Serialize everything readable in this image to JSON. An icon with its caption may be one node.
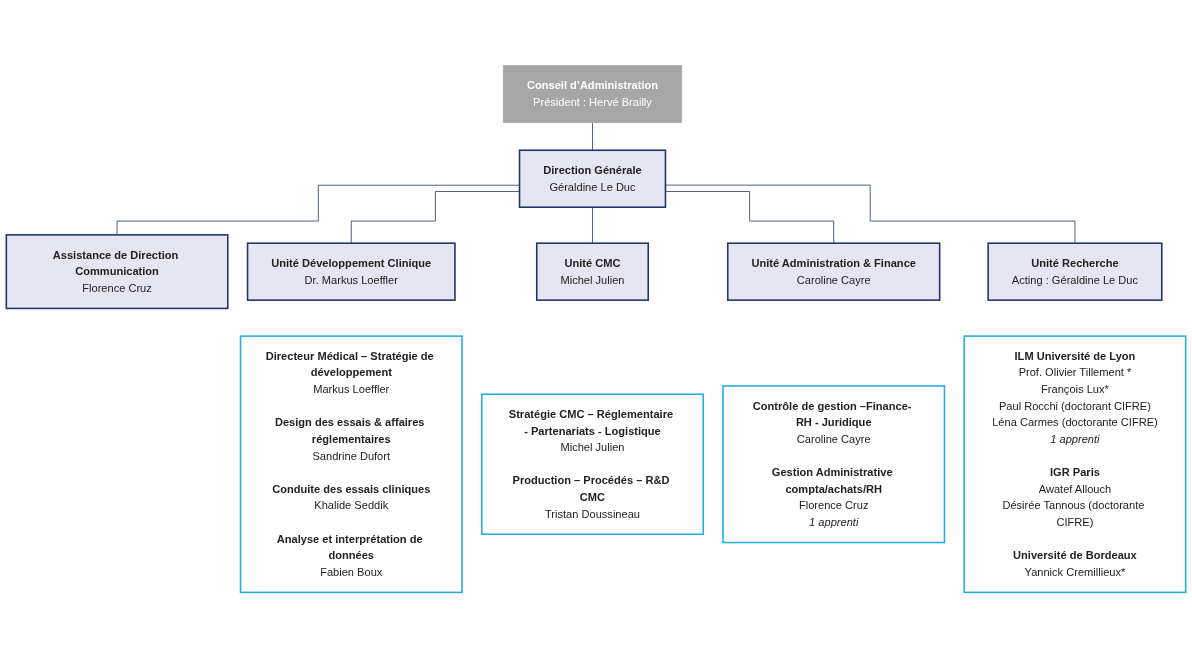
{
  "diagram": {
    "nodes": [
      {
        "text": [
          "Conseil d’Administration",
          "Président : Hervé Brailly"
        ]
      },
      {
        "text": [
          "Direction Générale",
          "Géraldine Le Duc"
        ]
      },
      {
        "text": [
          "Assistance de Direction Communication",
          "Florence Cruz"
        ]
      },
      {
        "text": [
          "Unité Développement Clinique",
          "Dr. Markus Loeffler"
        ]
      },
      {
        "text": [
          "Unité CMC",
          "Michel Julien"
        ]
      },
      {
        "text": [
          "Unité Administration & Finance",
          "Caroline Cayre"
        ]
      },
      {
        "text": [
          "Unité Recherche",
          "Acting : Géraldine Le Duc"
        ]
      },
      {
        "text": [
          "Directeur Médical – Stratégie de développement",
          "Markus Loeffler",
          "Design des essais & affaires réglementaires",
          "Sandrine Dufort",
          "Conduite des essais cliniques",
          "Khalide Seddik",
          "Analyse et interprétation de données",
          "Fabien Boux"
        ]
      },
      {
        "text": [
          "Stratégie CMC – Réglementaire - Partenariats - Logistique",
          "Michel Julien",
          "Production – Procédés – R&D CMC",
          "Tristan Doussineau"
        ]
      },
      {
        "text": [
          "Contrôle de gestion –Finance- RH - Juridique",
          "Caroline Cayre",
          "Gestion Administrative compta/achats/RH",
          "Florence Cruz",
          "1 apprenti"
        ]
      },
      {
        "text": [
          "ILM Université de Lyon",
          "Prof. Olivier Tillement *",
          "François Lux*",
          "Paul Rocchi (doctorant CIFRE)",
          "Léna Carmes (doctorante CIFRE)",
          "1 apprenti",
          "IGR Paris",
          "Awatef Allouch",
          "Désirée Tannous (doctorante CIFRE)",
          "Université de Bordeaux",
          "Yannick Cremillieux*"
        ]
      }
    ],
    "edges": [
      {
        "from": 0,
        "to": 1,
        "arrow": "none"
      },
      {
        "from": 1,
        "to": 2,
        "arrow": "none"
      },
      {
        "from": 1,
        "to": 3,
        "arrow": "none"
      },
      {
        "from": 1,
        "to": 4,
        "arrow": "none"
      },
      {
        "from": 1,
        "to": 5,
        "arrow": "none"
      },
      {
        "from": 1,
        "to": 6,
        "arrow": "none"
      }
    ]
  }
}
